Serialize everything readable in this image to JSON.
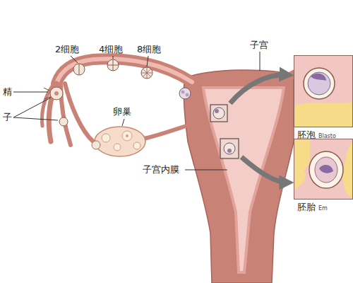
{
  "diagram": {
    "nodes": [
      {
        "text": [
          "胚泡",
          "Blasto"
        ]
      },
      {
        "text": [
          "胚胎",
          "Em"
        ]
      }
    ],
    "labels": [
      "2细胞",
      "4细胞",
      "8细胞",
      "子宫",
      "精",
      "子",
      "卵巢",
      "子宫内膜"
    ]
  }
}
